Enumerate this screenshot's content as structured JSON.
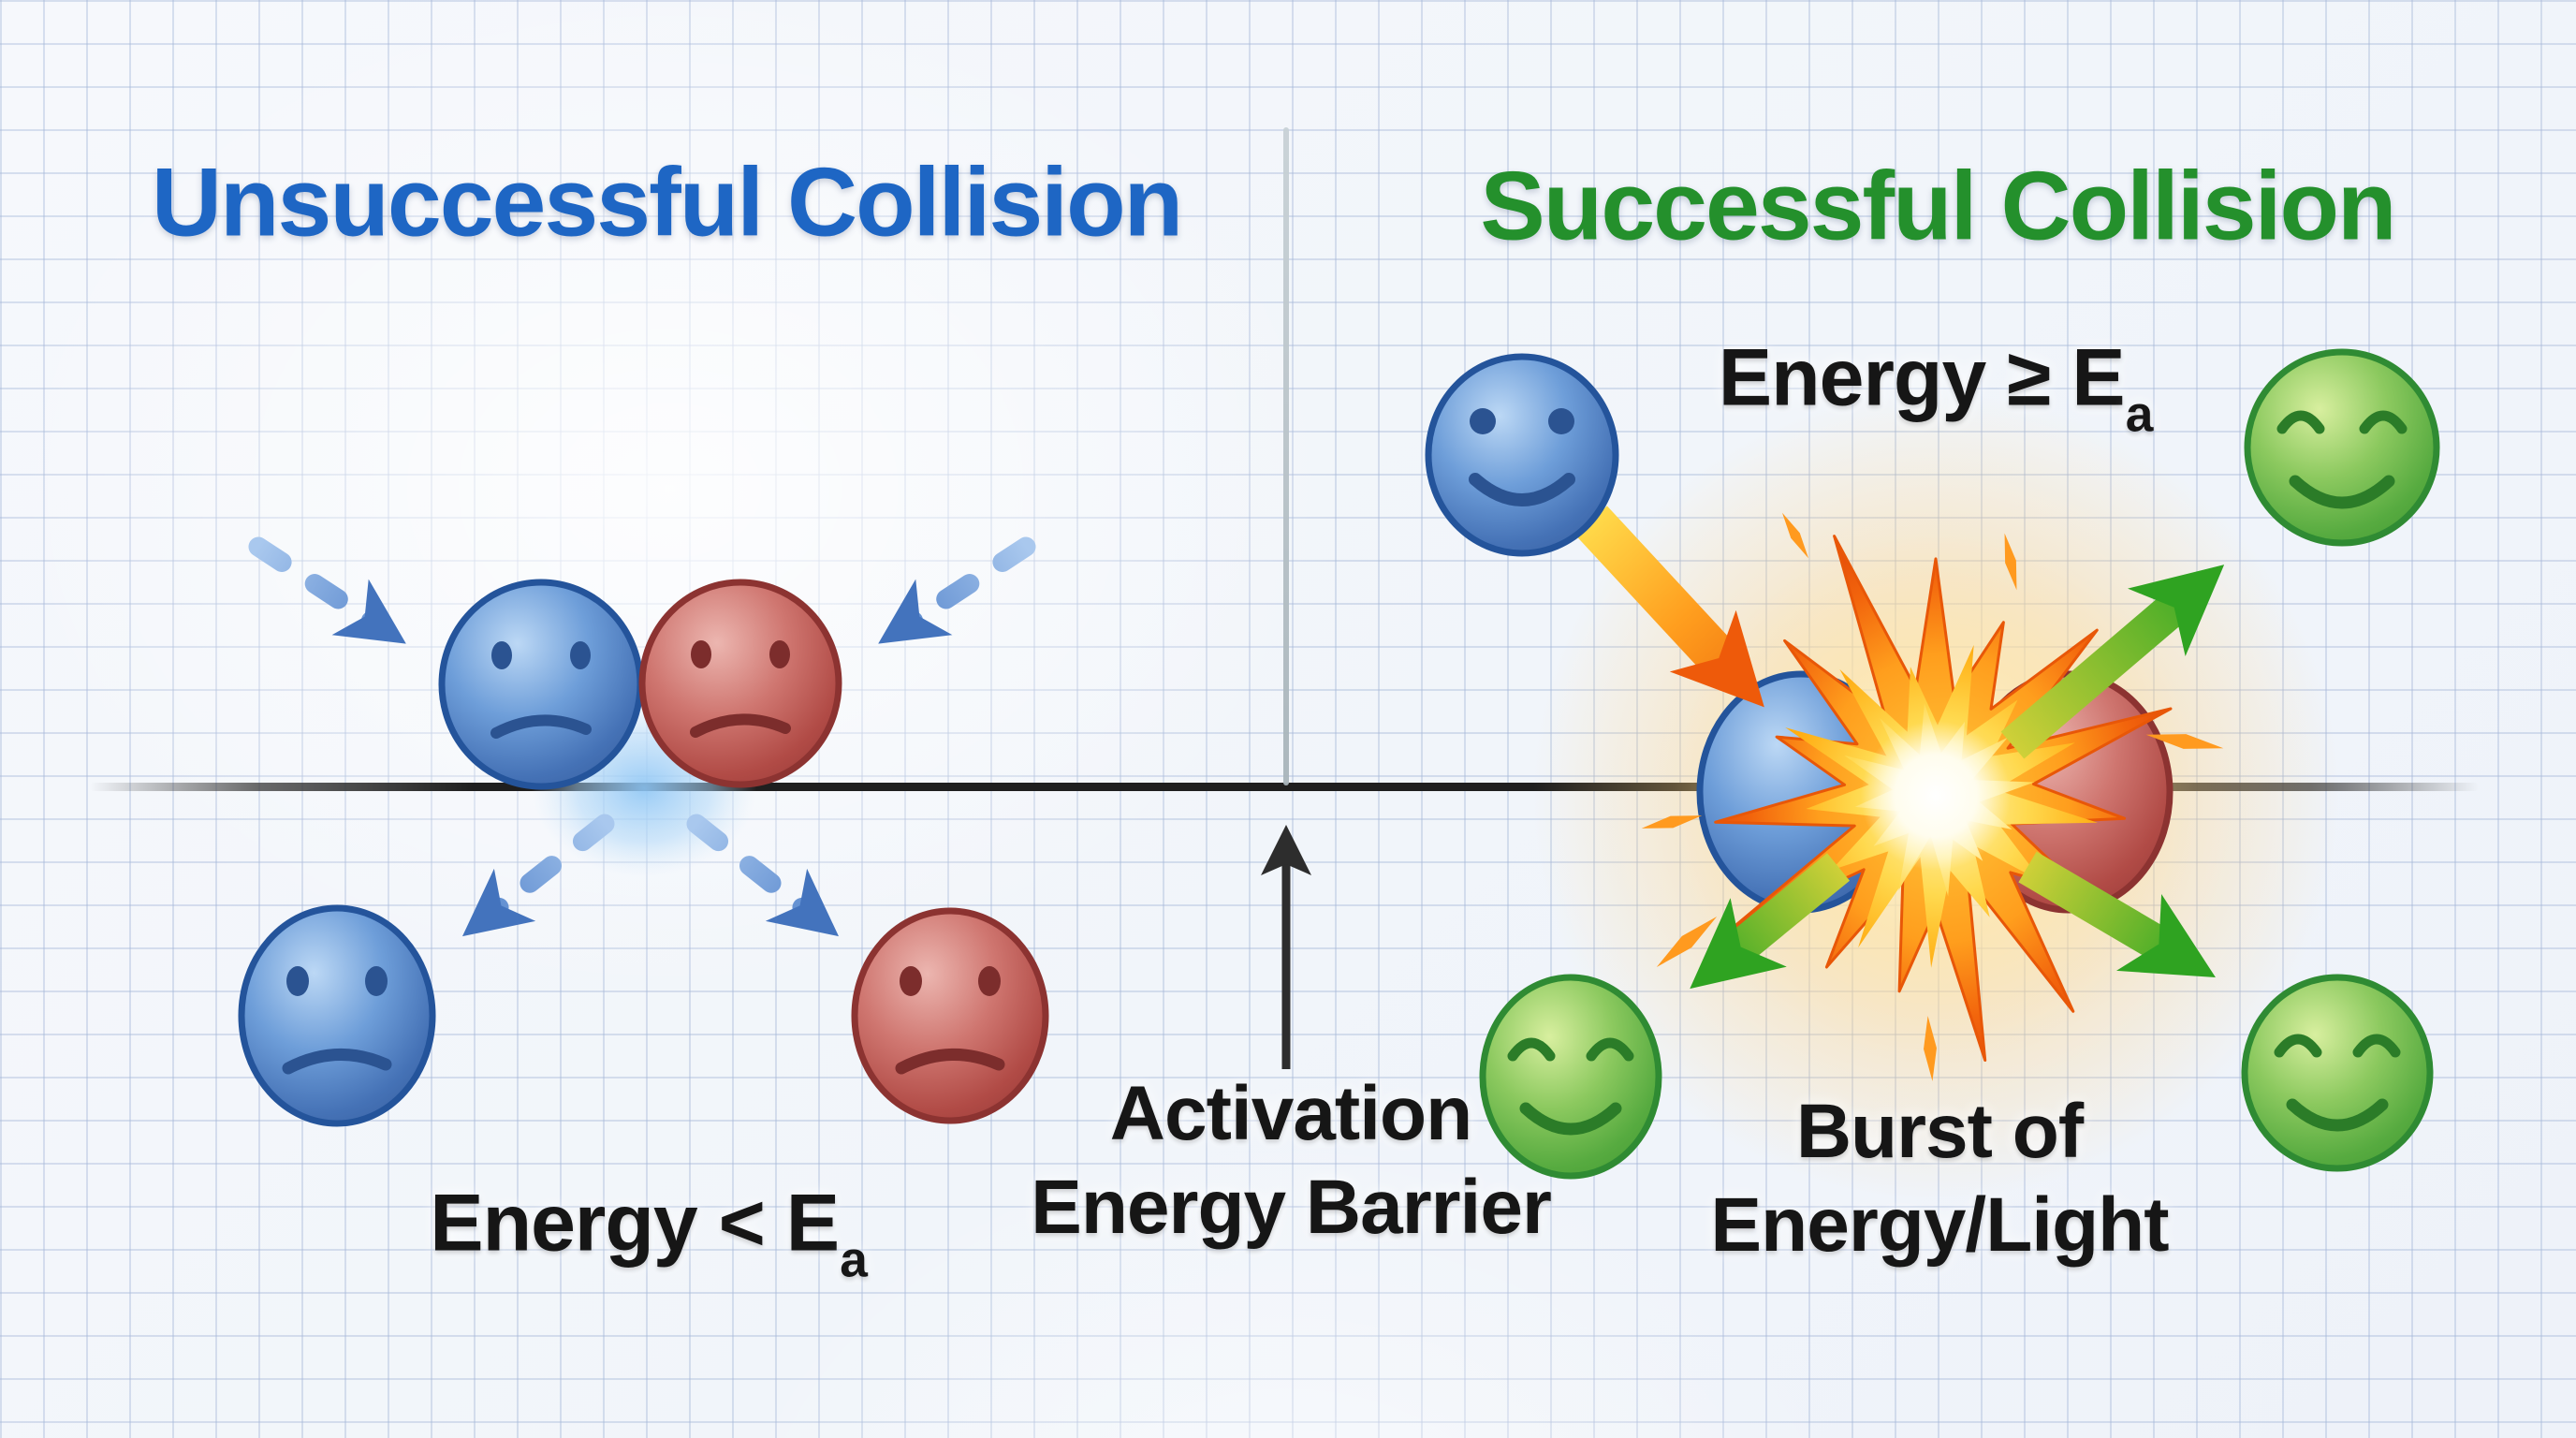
{
  "left_panel": {
    "title": "Unsuccessful Collision",
    "energy_label": "Energy < E",
    "energy_subscript": "a"
  },
  "right_panel": {
    "title": "Successful Collision",
    "energy_label": "Energy ≥ E",
    "energy_subscript": "a",
    "burst_line1": "Burst of",
    "burst_line2": "Energy/Light"
  },
  "center": {
    "barrier_line1": "Activation",
    "barrier_line2": "Energy Barrier"
  },
  "colors": {
    "left_title": "#1e66c4",
    "right_title": "#24902c",
    "label_text": "#161616",
    "molecule_blue": "#5b8cd0",
    "molecule_red": "#c2615c",
    "molecule_green": "#7dc155",
    "dashed_arrow_blue": "#4a7cc7",
    "impact_arrow_orange": "#f0720f",
    "product_arrow_green": "#35a826",
    "barrier_arrow_black": "#2d2d2d",
    "baseline_black": "#1f1f1f",
    "divider_gray": "#b7c1c7",
    "grid_line_blue": "#c9d4e8",
    "background": "#f4f7fb",
    "burst_outer_orange": "#f2640c",
    "burst_inner_yellow": "#ffd94e"
  }
}
